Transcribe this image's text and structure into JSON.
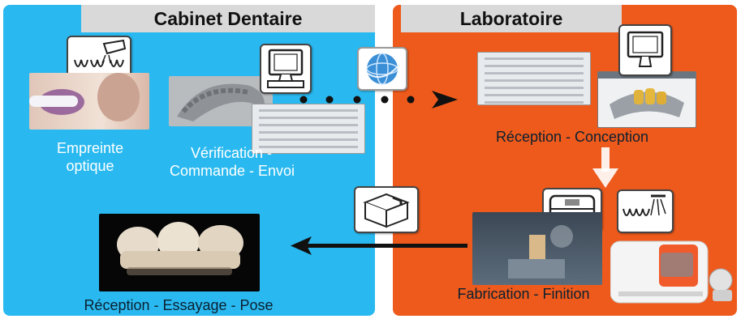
{
  "colors": {
    "left_panel": "#29b9f0",
    "right_panel": "#ee5a1c",
    "header_bg": "#d9d9d9"
  },
  "left": {
    "title": "Cabinet Dentaire",
    "step1": "Empreinte\noptique",
    "step2_line1": "Vérification -",
    "step2_line2": "Commande - Envoi",
    "step3": "Réception - Essayage - Pose"
  },
  "right": {
    "title": "Laboratoire",
    "step1": "Réception - Conception",
    "step2": "Fabrication - Finition"
  },
  "icons": [
    "teeth-scanner-icon",
    "computer-icon",
    "globe-network-icon",
    "computer-icon",
    "package-box-icon",
    "tooth-crown-icon",
    "teeth-drill-icon"
  ]
}
